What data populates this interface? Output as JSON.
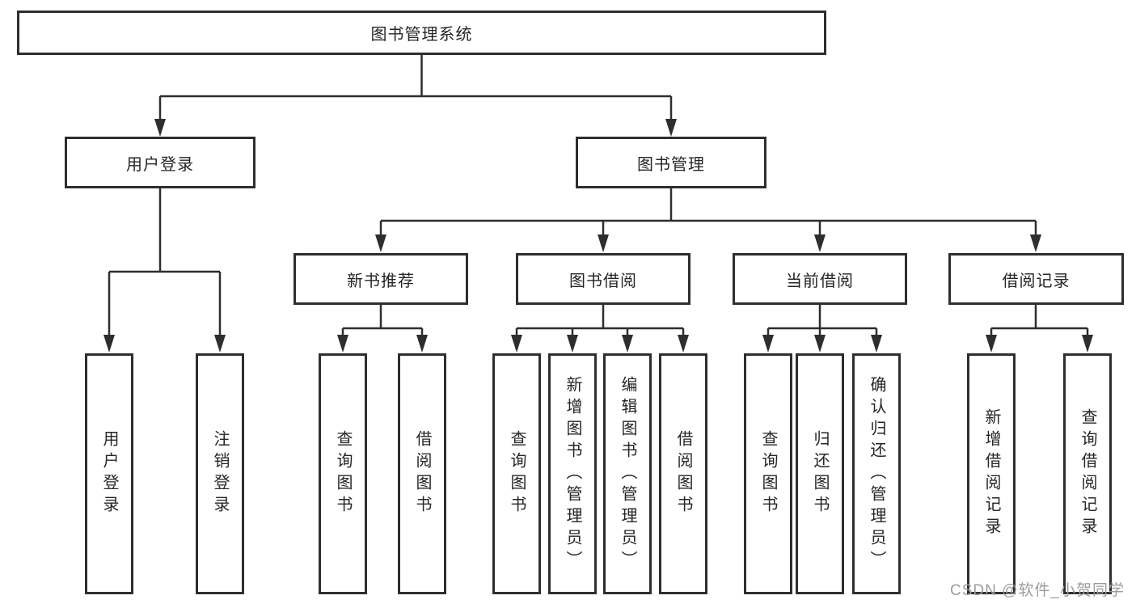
{
  "tree": {
    "root": {
      "label": "图书管理系统"
    },
    "branches": [
      {
        "label": "用户登录",
        "leaves": [
          {
            "label": "用户登录"
          },
          {
            "label": "注销登录"
          }
        ]
      },
      {
        "label": "图书管理",
        "groups": [
          {
            "label": "新书推荐",
            "leaves": [
              {
                "label": "查询图书"
              },
              {
                "label": "借阅图书"
              }
            ]
          },
          {
            "label": "图书借阅",
            "leaves": [
              {
                "label": "查询图书"
              },
              {
                "label": "新增图书（管理员）"
              },
              {
                "label": "编辑图书（管理员）"
              },
              {
                "label": "借阅图书"
              }
            ]
          },
          {
            "label": "当前借阅",
            "leaves": [
              {
                "label": "查询图书"
              },
              {
                "label": "归还图书"
              },
              {
                "label": "确认归还（管理员）"
              }
            ]
          },
          {
            "label": "借阅记录",
            "leaves": [
              {
                "label": "新增借阅记录"
              },
              {
                "label": "查询借阅记录"
              }
            ]
          }
        ]
      }
    ]
  },
  "watermark": {
    "text": "CSDN @软件_小贺同学"
  },
  "colors": {
    "line": "#2e2e2e",
    "box_border": "#2e2e2e",
    "box_fill": "#ffffff",
    "text": "#262626",
    "watermark": "#9c9c9c",
    "background": "#ffffff"
  }
}
